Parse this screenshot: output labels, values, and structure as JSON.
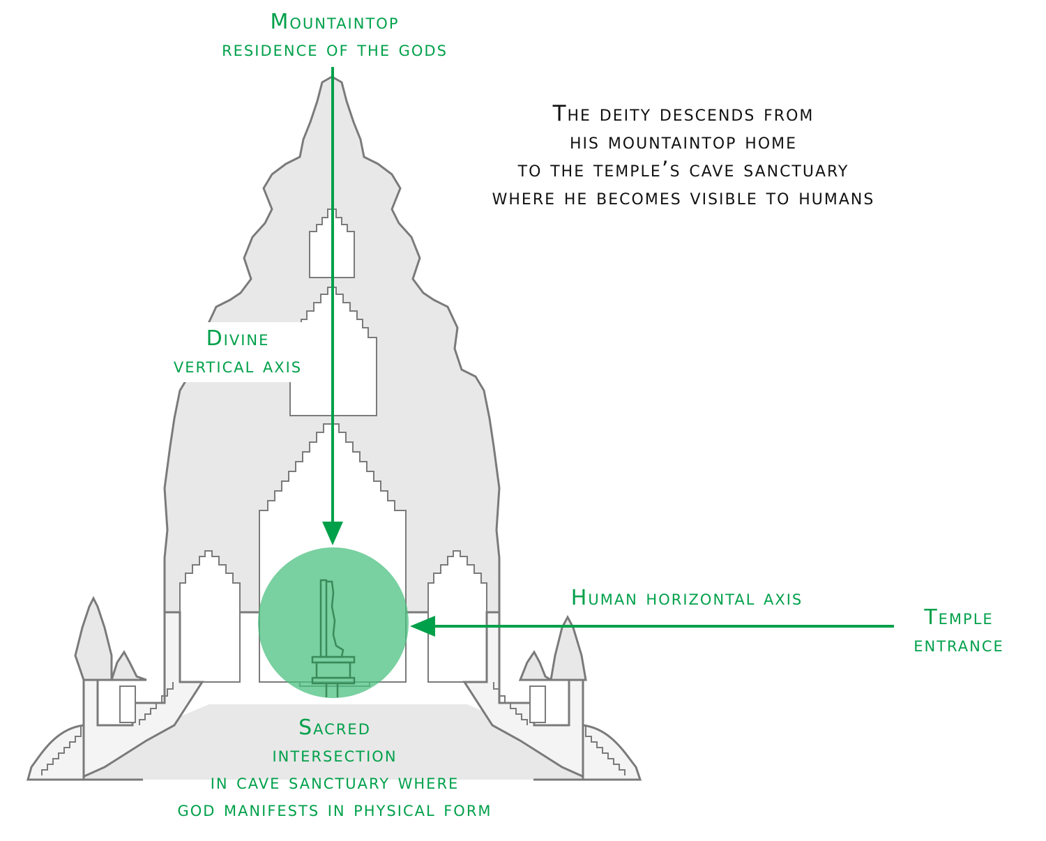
{
  "title": "Temple as cosmic mountain diagram",
  "colors": {
    "accent_green": "#00a04a",
    "circle_fill": "#4cc080",
    "structure_fill": "#e8e8e8",
    "light_fill": "#f4f4f4",
    "outline": "#7a7a7a",
    "text_dark": "#111111"
  },
  "labels": {
    "mountaintop": {
      "line1": "Mountaintop",
      "line2": "residence of the gods"
    },
    "deity_descends": {
      "line1": "The deity descends from",
      "line2": "his mountaintop home",
      "line3": "to the temple’s cave sanctuary",
      "line4": "where he becomes visible to humans"
    },
    "divine_axis": {
      "line1": "Divine",
      "line2": "vertical axis"
    },
    "human_axis": {
      "line1": "Human horizontal axis"
    },
    "temple_entrance": {
      "line1": "Temple",
      "line2": "entrance"
    },
    "sacred_intersection": {
      "line1": "Sacred",
      "line2": "intersection",
      "line3": "in cave sanctuary where",
      "line4": "god manifests in physical form"
    }
  },
  "icons": {
    "vertical_arrow": "arrow-down-icon",
    "horizontal_arrow": "arrow-left-icon",
    "sanctuary_circle": "intersection-circle-icon",
    "deity_statue": "deity-statue-icon"
  }
}
